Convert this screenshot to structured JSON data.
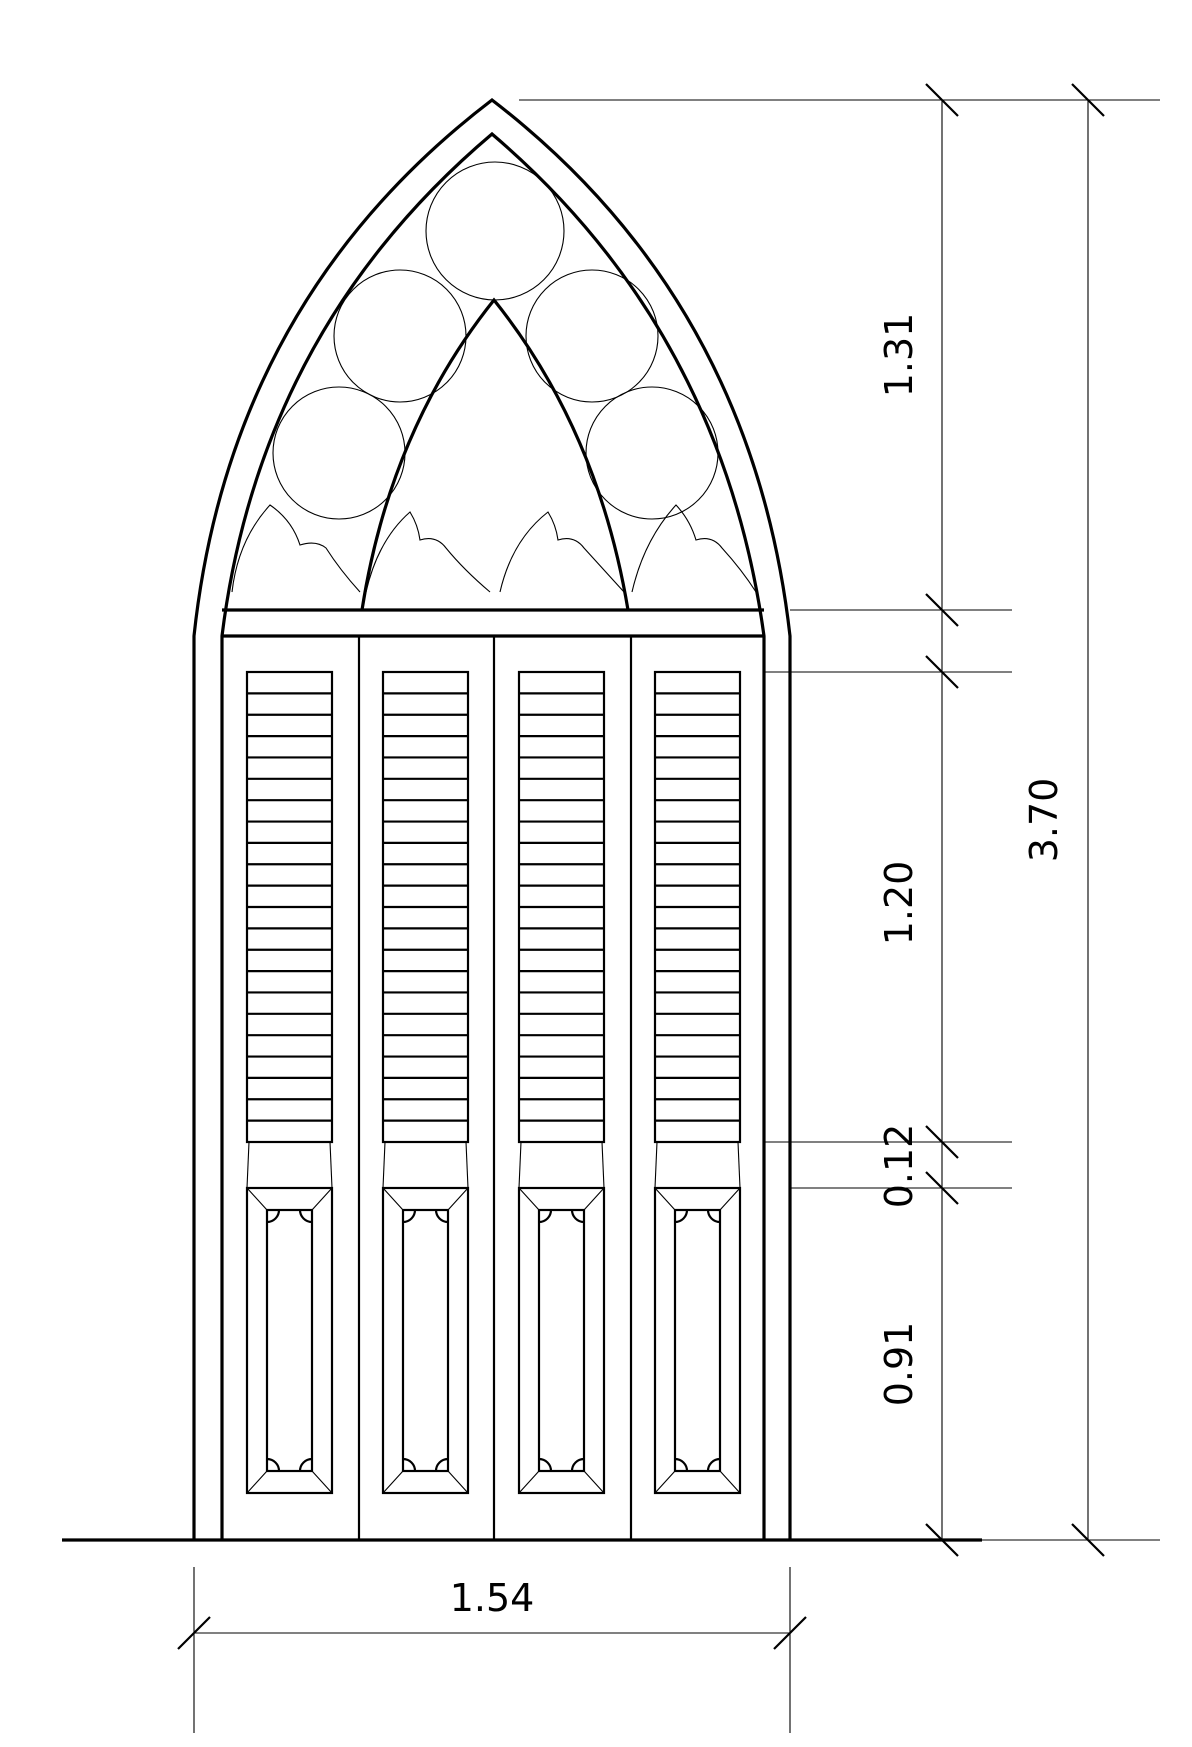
{
  "drawing": {
    "colors": {
      "line": "#000000",
      "background": "#ffffff"
    },
    "dimensions": {
      "width": "1.54",
      "total_height": "3.70",
      "arch": "1.31",
      "louver_panel": "1.20",
      "middle_rail": "0.12",
      "lower_panel": "0.91"
    }
  }
}
